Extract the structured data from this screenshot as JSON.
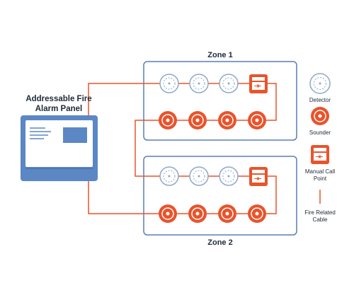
{
  "panel": {
    "title_line1": "Addressable Fire",
    "title_line2": "Alarm Panel"
  },
  "zones": [
    {
      "label": "Zone 1",
      "detectors": 3,
      "call_points": 1,
      "sounders": 4
    },
    {
      "label": "Zone 2",
      "detectors": 3,
      "call_points": 1,
      "sounders": 4
    }
  ],
  "legend": {
    "detector": "Detector",
    "sounder": "Sounder",
    "call_point_line1": "Manual Call",
    "call_point_line2": "Point",
    "cable_line1": "Fire Related",
    "cable_line2": "Cable"
  },
  "colors": {
    "accent": "#E8542C",
    "zone_border": "#5A7FB3",
    "panel_fill": "#5B87C5",
    "detector_stroke": "#8FA7C9"
  }
}
